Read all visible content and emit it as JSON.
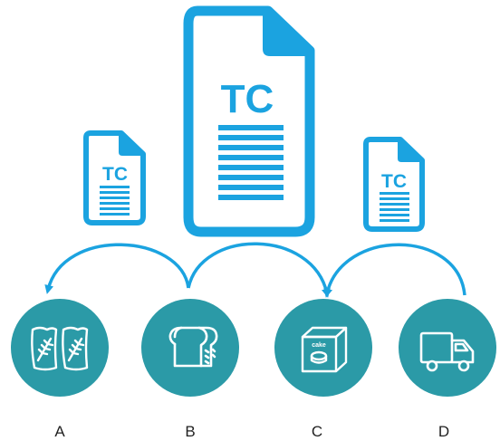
{
  "colors": {
    "document_blue": "#1ba3e0",
    "circle_teal": "#2b9aa7",
    "icon_white": "#ffffff",
    "label_text": "#222222"
  },
  "documents": [
    {
      "id": "doc-large",
      "label": "TC",
      "icon": "document-icon"
    },
    {
      "id": "doc-left",
      "label": "TC",
      "icon": "document-icon"
    },
    {
      "id": "doc-right",
      "label": "TC",
      "icon": "document-icon"
    }
  ],
  "nodes": [
    {
      "label": "A",
      "icon": "grain-bags-icon"
    },
    {
      "label": "B",
      "icon": "bread-icon"
    },
    {
      "label": "C",
      "icon": "cake-box-icon"
    },
    {
      "label": "D",
      "icon": "delivery-truck-icon"
    }
  ],
  "arrows": [
    {
      "from": "B",
      "to": "A"
    },
    {
      "from": "B",
      "to": "C"
    },
    {
      "from": "D",
      "to": "C"
    }
  ]
}
